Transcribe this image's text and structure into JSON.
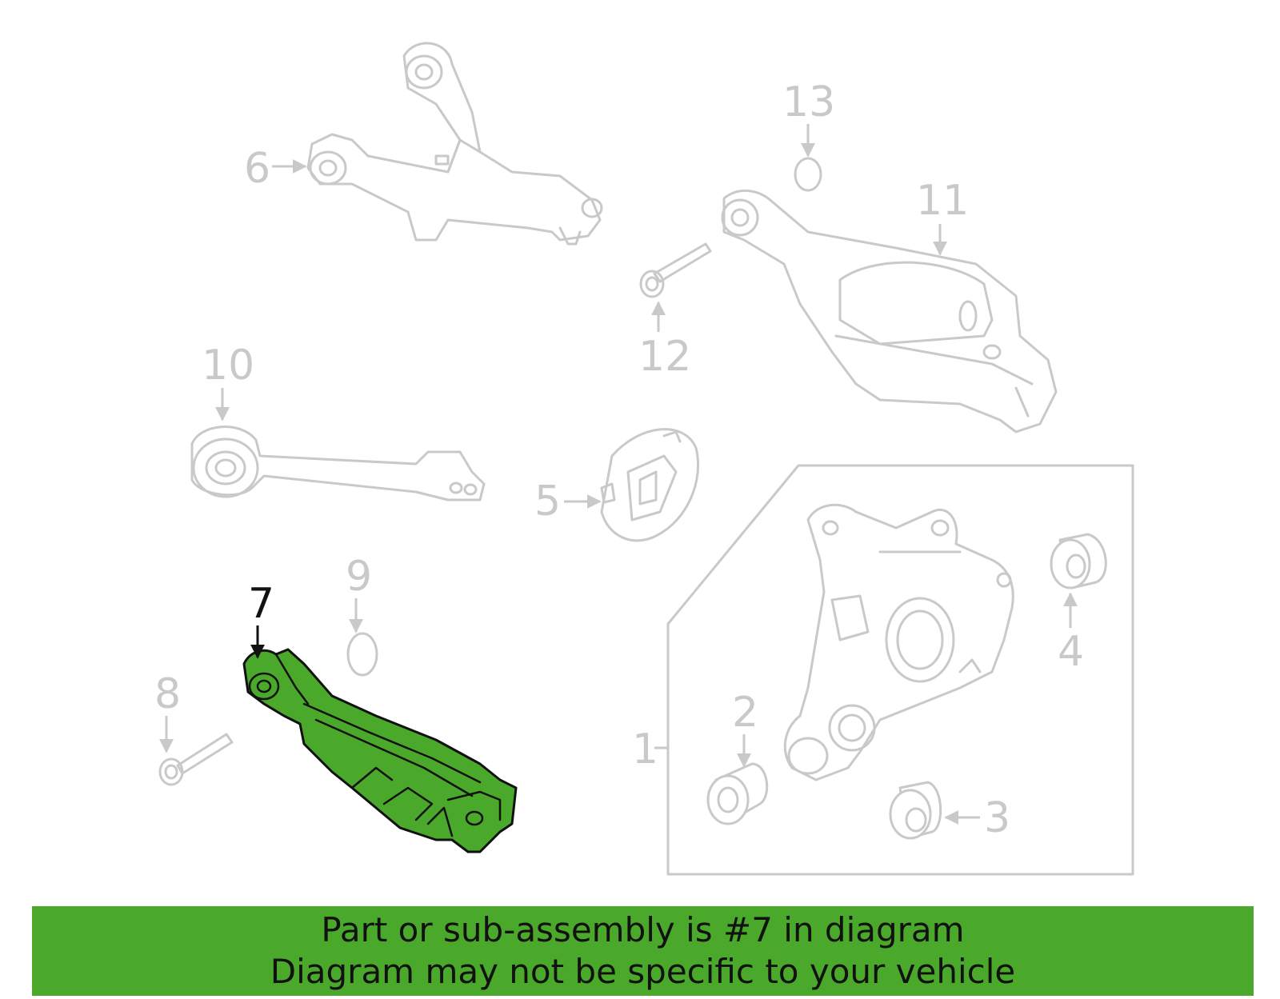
{
  "callouts": {
    "c1": "1",
    "c2": "2",
    "c3": "3",
    "c4": "4",
    "c5": "5",
    "c6": "6",
    "c7": "7",
    "c8": "8",
    "c9": "9",
    "c10": "10",
    "c11": "11",
    "c12": "12",
    "c13": "13"
  },
  "highlighted_part": "7",
  "colors": {
    "highlight": "#4aa82b",
    "ghost": "#c9c9c9",
    "outline": "#111111"
  },
  "banner": {
    "line1": "Part or sub-assembly is #7 in diagram",
    "line2": "Diagram may not be specific to your vehicle"
  }
}
